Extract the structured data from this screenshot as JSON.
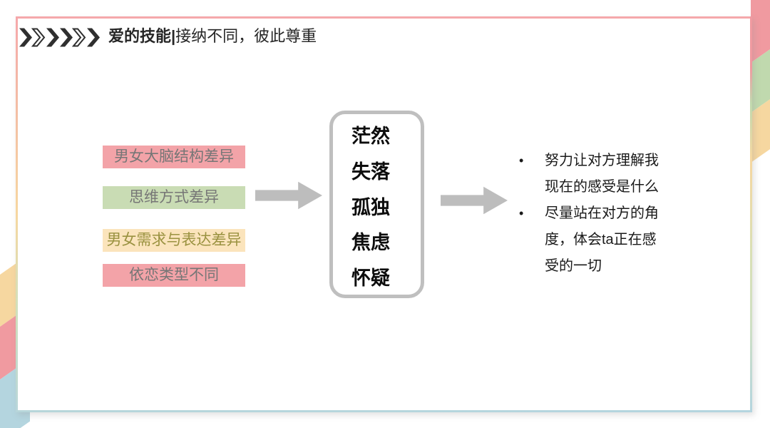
{
  "slide": {
    "title": {
      "bold": "爱的技能",
      "separator": "|",
      "rest": "接纳不同，彼此尊重"
    },
    "cause_boxes": [
      {
        "label": "男女大脑结构差异",
        "bg": "#f3a3a8",
        "text_color": "#767676"
      },
      {
        "label": "思维方式差异",
        "bg": "#c9dcb4",
        "text_color": "#767676"
      },
      {
        "label": "男女需求与表达差异",
        "bg": "#fbe4bc",
        "text_color": "#9a9240"
      },
      {
        "label": "依恋类型不同",
        "bg": "#f3a3a8",
        "text_color": "#767676"
      }
    ],
    "feelings": [
      "茫然",
      "失落",
      "孤独",
      "焦虑",
      "怀疑"
    ],
    "advice": {
      "bullet": "•",
      "items": [
        "努力让对方理解我现在的感受是什么",
        "尽量站在对方的角度，体会ta正在感受的一切"
      ]
    },
    "colors": {
      "arrow": "#bdbdbd",
      "feelings_border": "#bfbfbf",
      "stripe_pink": "#f09aa0",
      "stripe_green": "#c0d9ae",
      "stripe_yellow": "#f6d7a0",
      "stripe_blue": "#b4d5df"
    }
  }
}
